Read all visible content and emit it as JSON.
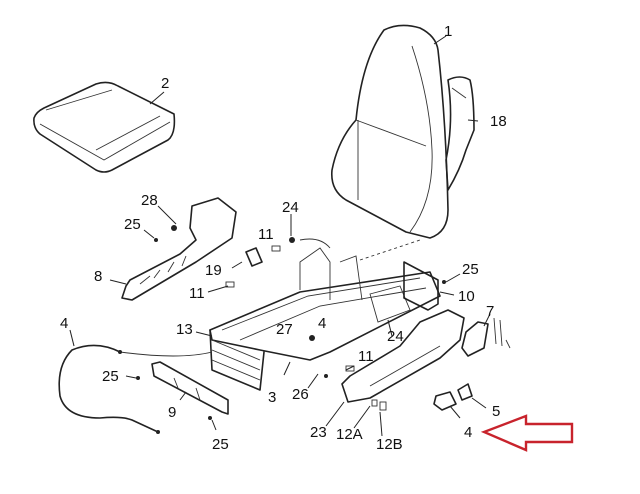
{
  "diagram": {
    "title": "Seat assembly exploded parts diagram",
    "callouts": [
      {
        "id": "1",
        "label": "1",
        "part": "seat-backrest"
      },
      {
        "id": "2",
        "label": "2",
        "part": "seat-cushion"
      },
      {
        "id": "3",
        "label": "3",
        "part": "seat-frame"
      },
      {
        "id": "4a",
        "label": "4",
        "part": "adjuster-cable"
      },
      {
        "id": "4b",
        "label": "4",
        "part": "frame-fastener"
      },
      {
        "id": "4c",
        "label": "4",
        "part": "switch-knob"
      },
      {
        "id": "5",
        "label": "5",
        "part": "switch"
      },
      {
        "id": "7",
        "label": "7",
        "part": "motor-bracket"
      },
      {
        "id": "8",
        "label": "8",
        "part": "left-side-trim"
      },
      {
        "id": "9",
        "label": "9",
        "part": "front-cover-plate"
      },
      {
        "id": "10",
        "label": "10",
        "part": "backrest-hinge-cover"
      },
      {
        "id": "11a",
        "label": "11",
        "part": "clip"
      },
      {
        "id": "11b",
        "label": "11",
        "part": "clip"
      },
      {
        "id": "11c",
        "label": "11",
        "part": "clip"
      },
      {
        "id": "12A",
        "label": "12A",
        "part": "clip-a"
      },
      {
        "id": "12B",
        "label": "12B",
        "part": "clip-b"
      },
      {
        "id": "13",
        "label": "13",
        "part": "front-skirt"
      },
      {
        "id": "18",
        "label": "18",
        "part": "recline-lever"
      },
      {
        "id": "19",
        "label": "19",
        "part": "belt-buckle"
      },
      {
        "id": "23",
        "label": "23",
        "part": "right-side-trim"
      },
      {
        "id": "24a",
        "label": "24",
        "part": "bolt"
      },
      {
        "id": "24b",
        "label": "24",
        "part": "bolt"
      },
      {
        "id": "25a",
        "label": "25",
        "part": "screw"
      },
      {
        "id": "25b",
        "label": "25",
        "part": "screw"
      },
      {
        "id": "25c",
        "label": "25",
        "part": "screw"
      },
      {
        "id": "25d",
        "label": "25",
        "part": "screw"
      },
      {
        "id": "26",
        "label": "26",
        "part": "clip"
      },
      {
        "id": "27",
        "label": "27",
        "part": "nut"
      },
      {
        "id": "28",
        "label": "28",
        "part": "bolt"
      }
    ],
    "highlight": {
      "target_label": "4",
      "target_part": "switch-knob",
      "color": "#c8232c",
      "shape": "arrow-left"
    }
  }
}
